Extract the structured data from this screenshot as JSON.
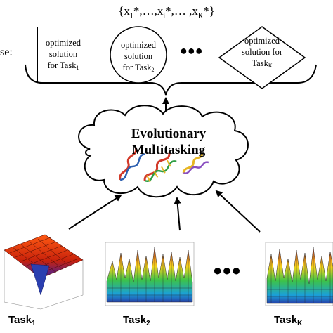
{
  "solution_set": {
    "open": "{",
    "x1": "x",
    "x1_sub": "1",
    "x1_star": "*,…,",
    "xi": "x",
    "xi_sub": "i",
    "xi_star": "*,… ,",
    "xk": "x",
    "xk_sub": "K",
    "xk_star": "*",
    "close": "}"
  },
  "left_label_fragment": "se:",
  "solutions": [
    {
      "line1": "optimized",
      "line2": "solution",
      "line3": "for Task",
      "sub": "1",
      "shape": "rectangle"
    },
    {
      "line1": "optimized",
      "line2": "solution",
      "line3": "for Task",
      "sub": "2",
      "shape": "circle"
    },
    {
      "line1": "optimized",
      "line2": "solution for",
      "line3": "Task",
      "sub": "K",
      "shape": "diamond"
    }
  ],
  "ellipsis_top": "●●●",
  "ellipsis_bottom": "●●●",
  "cloud": {
    "line1": "Evolutionary",
    "line2": "Multitasking"
  },
  "tasks": [
    {
      "label": "Task",
      "sub": "1"
    },
    {
      "label": "Task",
      "sub": "2"
    },
    {
      "label": "Task",
      "sub": "K"
    }
  ],
  "colors": {
    "surface_high": "#e03a10",
    "surface_low": "#1f3d9e",
    "dna_red": "#d23a2a",
    "dna_blue": "#2c5fb0",
    "dna_green": "#2f9e44",
    "dna_yellow": "#e7b623"
  }
}
